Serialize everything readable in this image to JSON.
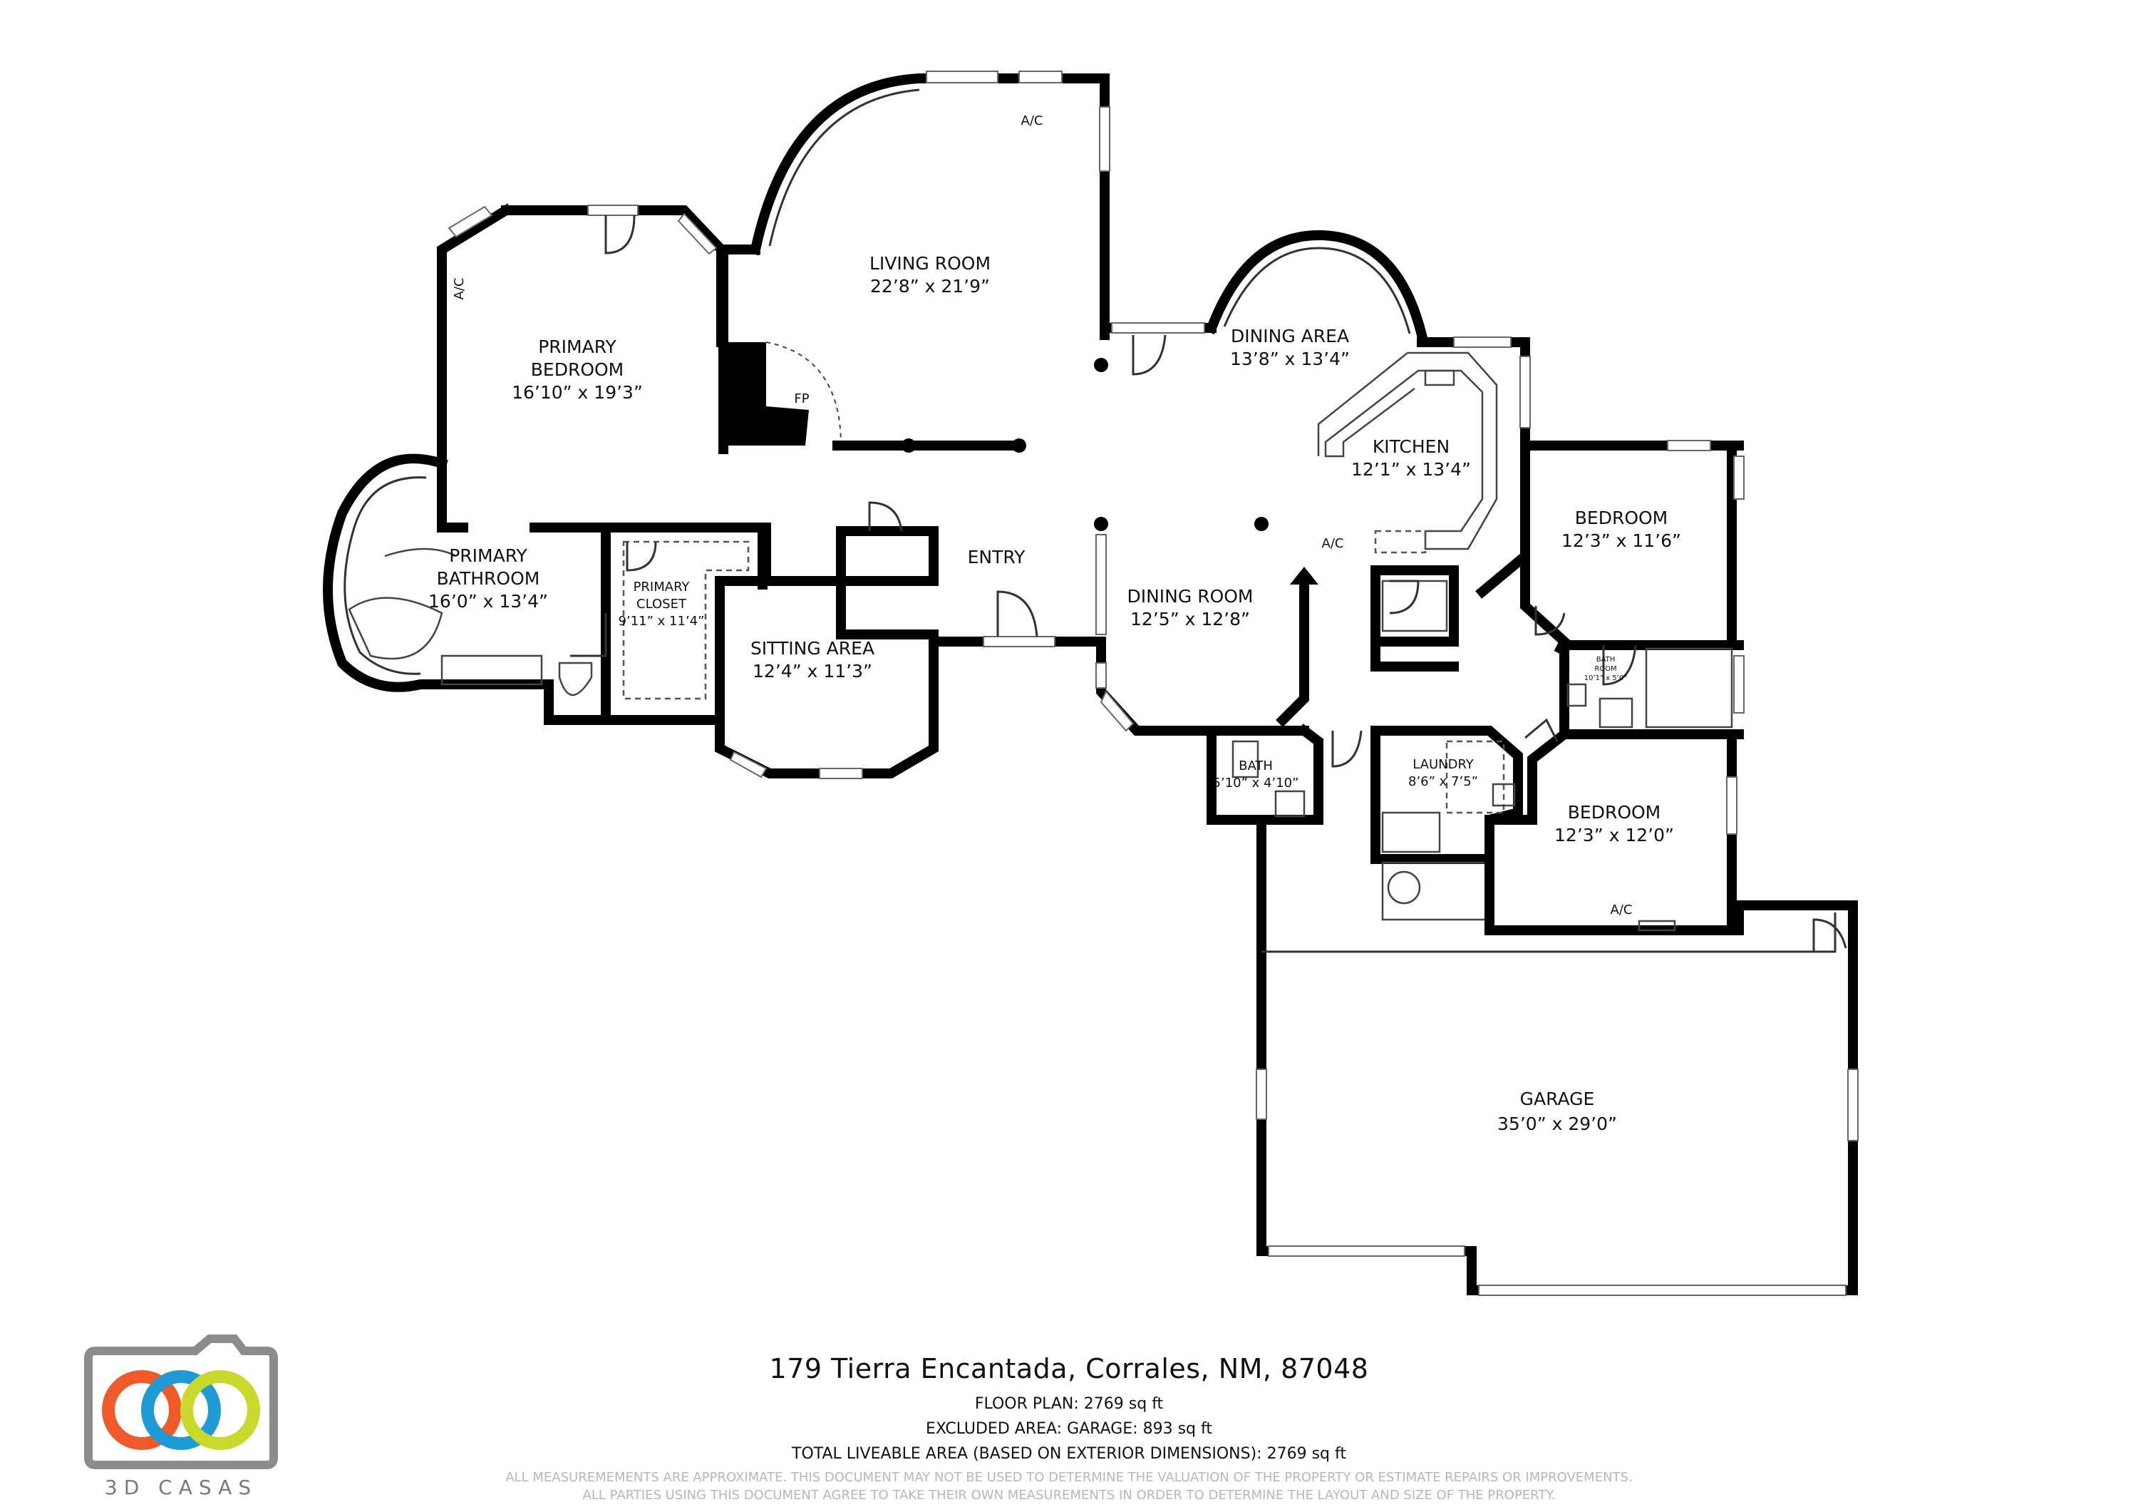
{
  "rooms": [
    {
      "id": "living-room",
      "name": "LIVING ROOM",
      "dim": "22’8” x 21’9”"
    },
    {
      "id": "primary-bedroom",
      "name": "PRIMARY\nBEDROOM",
      "dim": "16’10” x 19’3”"
    },
    {
      "id": "dining-area",
      "name": "DINING AREA",
      "dim": "13’8” x 13’4”"
    },
    {
      "id": "kitchen",
      "name": "KITCHEN",
      "dim": "12’1” x 13’4”"
    },
    {
      "id": "bedroom-1",
      "name": "BEDROOM",
      "dim": "12’3” x 11’6”"
    },
    {
      "id": "primary-bathroom",
      "name": "PRIMARY\nBATHROOM",
      "dim": "16’0” x 13’4”"
    },
    {
      "id": "primary-closet",
      "name": "PRIMARY\nCLOSET",
      "dim": "9’11” x 11’4”"
    },
    {
      "id": "sitting-area",
      "name": "SITTING AREA",
      "dim": "12’4” x 11’3”"
    },
    {
      "id": "entry",
      "name": "ENTRY",
      "dim": ""
    },
    {
      "id": "dining-room",
      "name": "DINING ROOM",
      "dim": "12’5” x 12’8”"
    },
    {
      "id": "bath",
      "name": "BATH",
      "dim": "5’10” x 4’10”"
    },
    {
      "id": "laundry",
      "name": "LAUNDRY",
      "dim": "8’6” x 7’5”"
    },
    {
      "id": "bath-room",
      "name": "BATH\nROOM",
      "dim": "10’1” x 5’0”"
    },
    {
      "id": "bedroom-2",
      "name": "BEDROOM",
      "dim": "12’3” x 12’0”"
    },
    {
      "id": "garage",
      "name": "GARAGE",
      "dim": "35’0” x 29’0”"
    }
  ],
  "annotations": {
    "ac_living": "A/C",
    "ac_bedroom": "A/C",
    "ac_dining": "A/C",
    "ac_bedroom2": "A/C",
    "fireplace": "FP"
  },
  "footer": {
    "address": "179 Tierra Encantada, Corrales, NM, 87048",
    "floor_plan": "FLOOR PLAN: 2769 sq ft",
    "excluded": "EXCLUDED AREA: GARAGE: 893 sq ft",
    "total": "TOTAL LIVEABLE AREA (BASED ON EXTERIOR DIMENSIONS): 2769 sq ft",
    "disclaimer1": "ALL MEASUREMEMENTS ARE APPROXIMATE. THIS DOCUMENT MAY NOT BE USED TO DETERMINE THE VALUATION OF THE PROPERTY OR ESTIMATE REPAIRS OR IMPROVEMENTS.",
    "disclaimer2": "ALL PARTIES USING THIS DOCUMENT AGREE TO TAKE THEIR OWN MEASUREMENTS IN ORDER TO DETERMINE THE LAYOUT AND SIZE OF THE PROPERTY."
  },
  "logo": {
    "text": "3D CASAS",
    "colors": {
      "orange": "#F05A28",
      "blue": "#1E9BD7",
      "green": "#C8D92B",
      "frame": "#8C8C8C"
    }
  }
}
